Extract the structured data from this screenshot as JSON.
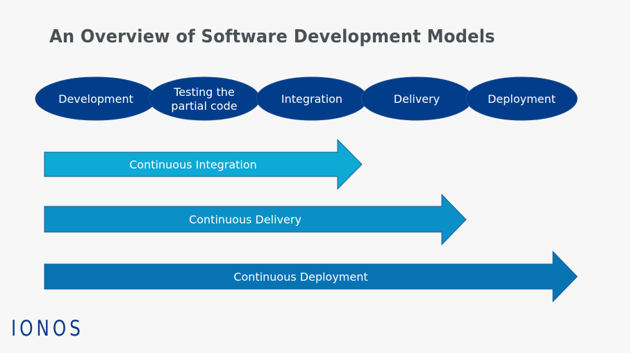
{
  "title": "An Overview of Software Development Models",
  "stages": [
    {
      "id": "development",
      "label_lines": [
        "Development"
      ]
    },
    {
      "id": "testing",
      "label_lines": [
        "Testing the",
        "partial code"
      ]
    },
    {
      "id": "integration",
      "label_lines": [
        "Integration"
      ]
    },
    {
      "id": "delivery",
      "label_lines": [
        "Delivery"
      ]
    },
    {
      "id": "deployment",
      "label_lines": [
        "Deployment"
      ]
    }
  ],
  "arrows": [
    {
      "id": "continuous-integration",
      "label": "Continuous Integration",
      "spans_stages": 3,
      "color": "#0ea9d4"
    },
    {
      "id": "continuous-delivery",
      "label": "Continuous Delivery",
      "spans_stages": 4,
      "color": "#0a90c6"
    },
    {
      "id": "continuous-deployment",
      "label": "Continuous Deployment",
      "spans_stages": 5,
      "color": "#0873b2"
    }
  ],
  "colors": {
    "stage_fill": "#023d8c",
    "arrow_stroke": "#1e5a96",
    "title": "#4a5054",
    "logo": "#0b3a8c",
    "background": "#f7f7f7"
  },
  "logo": "IONOS"
}
